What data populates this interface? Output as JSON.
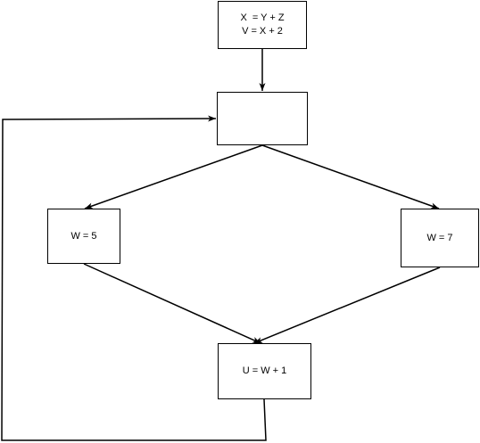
{
  "colors": {
    "stroke": "#000000",
    "background": "#ffffff"
  },
  "nodes": {
    "assign_xv": {
      "lines": [
        "X  = Y + Z",
        "V = X + 2"
      ]
    },
    "branch": {
      "lines": []
    },
    "assign_w5": {
      "lines": [
        "W = 5"
      ]
    },
    "assign_w7": {
      "lines": [
        "W = 7"
      ]
    },
    "assign_u": {
      "lines": [
        "U = W + 1"
      ]
    }
  },
  "edges": [
    {
      "from": "assign_xv",
      "to": "branch"
    },
    {
      "from": "branch",
      "to": "assign_w5"
    },
    {
      "from": "branch",
      "to": "assign_w7"
    },
    {
      "from": "assign_w5",
      "to": "assign_u"
    },
    {
      "from": "assign_w7",
      "to": "assign_u"
    },
    {
      "from": "assign_u",
      "to": "branch",
      "kind": "loop-back"
    }
  ]
}
